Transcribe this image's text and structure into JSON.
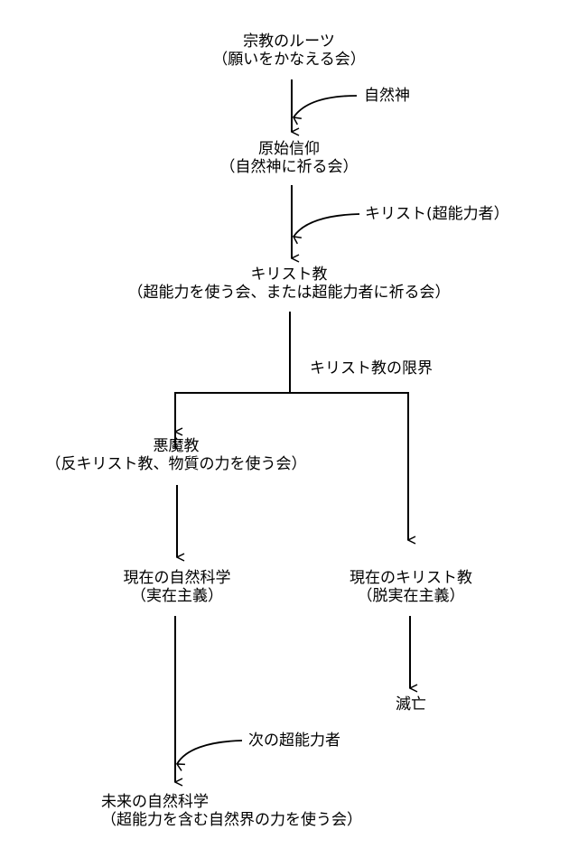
{
  "diagram": {
    "nodes": {
      "roots": {
        "title": "宗教のルーツ",
        "subtitle": "（願いをかなえる会）"
      },
      "primitive": {
        "title": "原始信仰",
        "subtitle": "（自然神に祈る会）"
      },
      "christianity": {
        "title": "キリスト教",
        "subtitle": "（超能力を使う会、または超能力者に祈る会）"
      },
      "satanism": {
        "title": "悪魔教",
        "subtitle": "（反キリスト教、物質の力を使う会）"
      },
      "current_science": {
        "title": "現在の自然科学",
        "subtitle": "（実在主義）"
      },
      "current_christianity": {
        "title": "現在のキリスト教",
        "subtitle": "（脱実在主義）"
      },
      "extinction": {
        "title": "滅亡"
      },
      "future_science": {
        "title": "未来の自然科学",
        "subtitle": "（超能力を含む自然界の力を使う会）"
      }
    },
    "inputs": {
      "nature_gods": "自然神",
      "christ": "キリスト(超能力者）",
      "next_psychic": "次の超能力者"
    },
    "edge_labels": {
      "christianity_limit": "キリスト教の限界"
    },
    "colors": {
      "line": "#000000",
      "text": "#000000",
      "background": "#ffffff"
    }
  }
}
